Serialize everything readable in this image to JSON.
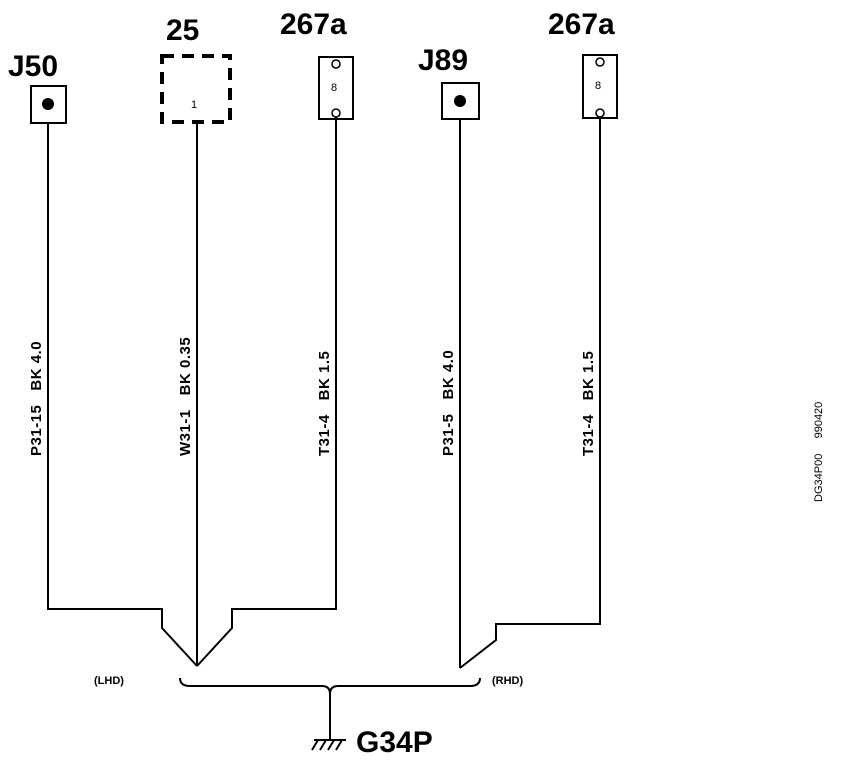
{
  "connectors": {
    "j50": {
      "label": "J50"
    },
    "c25": {
      "label": "25",
      "pin": "1"
    },
    "c267a_left": {
      "label": "267a",
      "pin": "8"
    },
    "j89": {
      "label": "J89"
    },
    "c267a_right": {
      "label": "267a",
      "pin": "8"
    }
  },
  "wires": {
    "w1": "P31-15   BK 4.0",
    "w2": "W31-1   BK 0.35",
    "w3": "T31-4   BK 1.5",
    "w4": "P31-5   BK 4.0",
    "w5": "T31-4   BK 1.5"
  },
  "groups": {
    "lhd": "(LHD)",
    "rhd": "(RHD)"
  },
  "ground": {
    "label": "G34P"
  },
  "side_code": "DG34P00     990420"
}
